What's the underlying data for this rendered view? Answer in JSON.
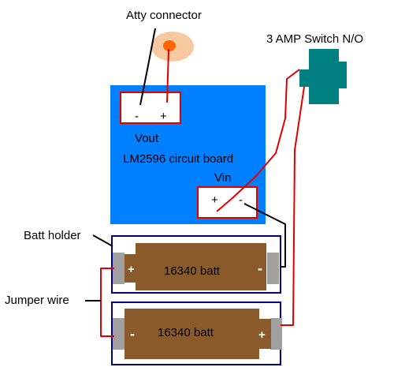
{
  "labels": {
    "atty_connector": "Atty connector",
    "switch": "3 AMP Switch N/O",
    "board": "LM2596 circuit board",
    "vout": "Vout",
    "vin": "Vin",
    "batt_holder": "Batt holder",
    "jumper_wire": "Jumper wire"
  },
  "terminals": {
    "vout_minus": "-",
    "vout_plus": "+",
    "vin_plus": "+",
    "vin_minus": "-"
  },
  "batteries": [
    {
      "label": "16340 batt",
      "left_terminal": "+",
      "right_terminal": "-"
    },
    {
      "label": "16340 batt",
      "left_terminal": "-",
      "right_terminal": "+"
    }
  ],
  "colors": {
    "board": "#0080ff",
    "switch": "#008080",
    "wire_positive": "#e00000",
    "wire_negative": "#000000",
    "battery": "#8b5a2b",
    "holder_outline": "#000080",
    "connector_outer": "#f7c9a0",
    "connector_inner": "#ff6600"
  }
}
